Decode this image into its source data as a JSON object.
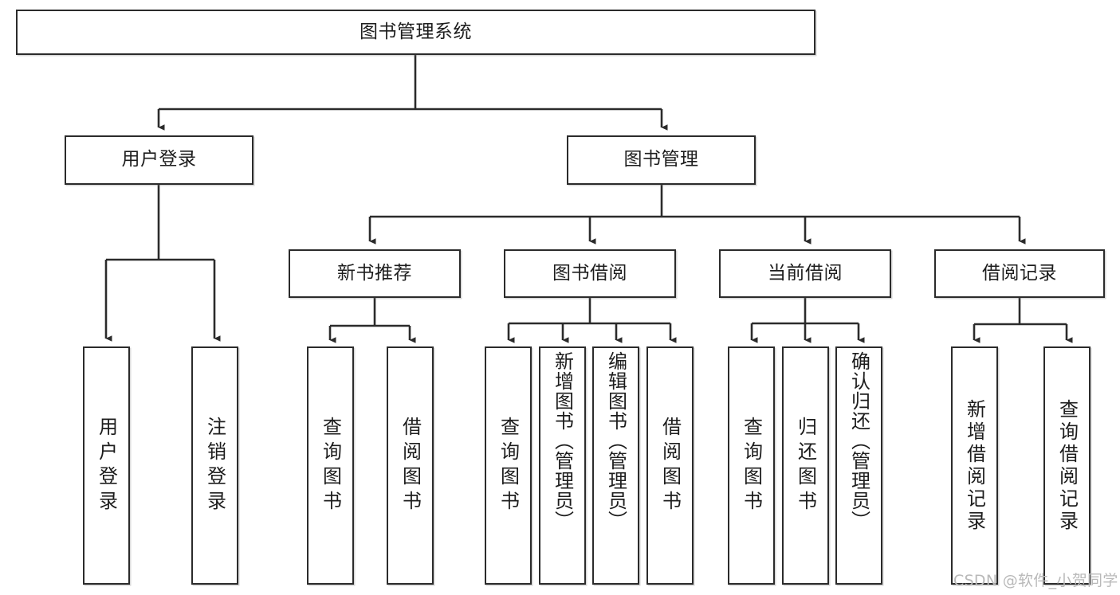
{
  "diagram": {
    "title": "图书管理系统",
    "type": "tree-hierarchy-diagram",
    "watermark": "CSDN @软件_小贺同学",
    "colors": {
      "node_border": "#2b2b2b",
      "node_fill": "#ffffff",
      "edge": "#2b2b2b",
      "text": "#1d1d1d",
      "watermark": "#b9b9b9",
      "background": "#ffffff"
    },
    "nodes": {
      "root": {
        "label": "图书管理系统"
      },
      "level2": [
        {
          "label": "用户登录"
        },
        {
          "label": "图书管理"
        }
      ],
      "level3": [
        {
          "label": "新书推荐"
        },
        {
          "label": "图书借阅"
        },
        {
          "label": "当前借阅"
        },
        {
          "label": "借阅记录"
        }
      ],
      "leaves": {
        "user_login": [
          {
            "label": "用户登录"
          },
          {
            "label": "注销登录"
          }
        ],
        "new_book_recommend": [
          {
            "label": "查询图书"
          },
          {
            "label": "借阅图书"
          }
        ],
        "book_borrow": [
          {
            "label": "查询图书"
          },
          {
            "label": "新增图书（管理员）"
          },
          {
            "label": "编辑图书（管理员）"
          },
          {
            "label": "借阅图书"
          }
        ],
        "current_borrow": [
          {
            "label": "查询图书"
          },
          {
            "label": "归还图书"
          },
          {
            "label": "确认归还（管理员）"
          }
        ],
        "borrow_record": [
          {
            "label": "新增借阅记录"
          },
          {
            "label": "查询借阅记录"
          }
        ]
      }
    }
  }
}
